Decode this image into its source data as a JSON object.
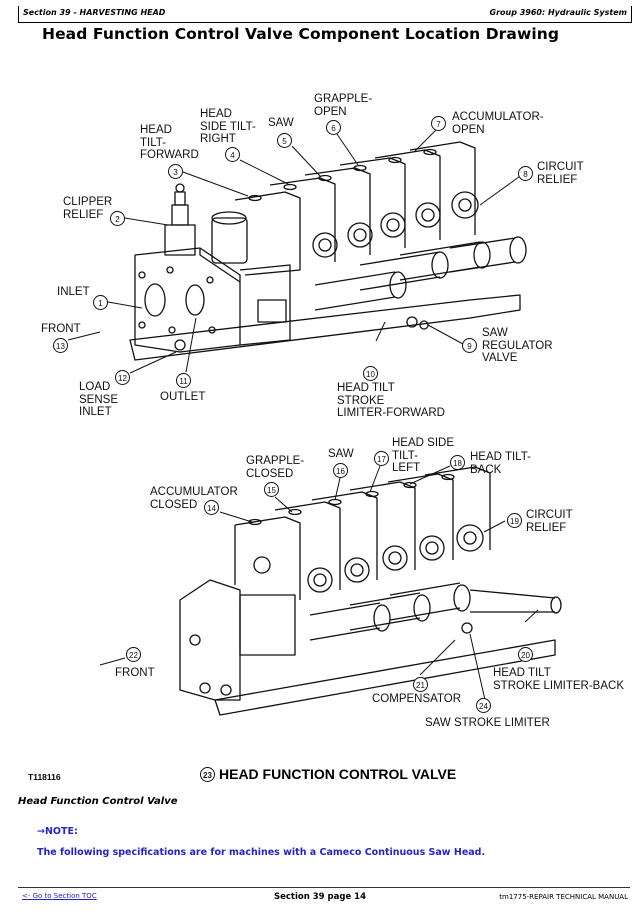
{
  "header": {
    "section": "Section 39 - HARVESTING HEAD",
    "group": "Group 3960: Hydraulic System"
  },
  "page_title": "Head Function Control Valve Component Location Drawing",
  "figure": {
    "id": "T118116",
    "caption_number": "23",
    "caption": "HEAD FUNCTION CONTROL VALVE",
    "top_view_callouts": [
      {
        "n": "1",
        "label": "INLET"
      },
      {
        "n": "2",
        "label": "CLIPPER\nRELIEF"
      },
      {
        "n": "3",
        "label": "HEAD\nTILT-\nFORWARD"
      },
      {
        "n": "4",
        "label": "HEAD\nSIDE TILT-\nRIGHT"
      },
      {
        "n": "5",
        "label": "SAW"
      },
      {
        "n": "6",
        "label": "GRAPPLE-\nOPEN"
      },
      {
        "n": "7",
        "label": "ACCUMULATOR-\nOPEN"
      },
      {
        "n": "8",
        "label": "CIRCUIT\nRELIEF"
      },
      {
        "n": "9",
        "label": "SAW\nREGULATOR\nVALVE"
      },
      {
        "n": "10",
        "label": "HEAD TILT\nSTROKE\nLIMITER-FORWARD"
      },
      {
        "n": "11",
        "label": "OUTLET"
      },
      {
        "n": "12",
        "label": "LOAD\nSENSE\nINLET"
      },
      {
        "n": "13",
        "label": "FRONT"
      }
    ],
    "bottom_view_callouts": [
      {
        "n": "14",
        "label": "ACCUMULATOR\nCLOSED"
      },
      {
        "n": "15",
        "label": "GRAPPLE-\nCLOSED"
      },
      {
        "n": "16",
        "label": "SAW"
      },
      {
        "n": "17",
        "label": "HEAD SIDE\nTILT-\nLEFT"
      },
      {
        "n": "18",
        "label": "HEAD TILT-\nBACK"
      },
      {
        "n": "19",
        "label": "CIRCUIT\nRELIEF"
      },
      {
        "n": "20",
        "label": "HEAD TILT\nSTROKE LIMITER-BACK"
      },
      {
        "n": "21",
        "label": "COMPENSATOR"
      },
      {
        "n": "22",
        "label": "FRONT"
      },
      {
        "n": "24",
        "label": "SAW STROKE LIMITER"
      }
    ]
  },
  "subheading": "Head Function Control Valve",
  "note": {
    "label": "→NOTE:",
    "text": "The following specifications are for machines with a Cameco Continuous Saw Head."
  },
  "footer": {
    "toc_link": "<- Go to Section TOC",
    "page": "Section 39 page 14",
    "manual": "tm1775-REPAIR TECHNICAL MANUAL"
  }
}
